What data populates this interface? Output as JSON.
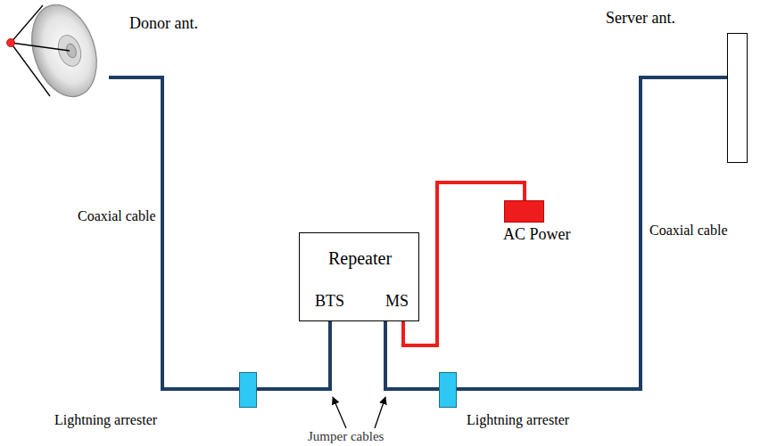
{
  "diagram": {
    "nodes": [
      {
        "text": [
          "Donor ant."
        ]
      },
      {
        "text": [
          "Server ant."
        ]
      },
      {
        "text": [
          "Repeater",
          "BTS",
          "MS"
        ]
      },
      {
        "text": [
          "AC Power"
        ]
      },
      {
        "text": [
          "Lightning arrester"
        ]
      },
      {
        "text": [
          "Lightning arrester"
        ]
      }
    ],
    "edges": [
      {
        "from": 0,
        "to": 4,
        "arrow": "none",
        "label": "Coaxial cable"
      },
      {
        "from": 4,
        "to": 2,
        "arrow": "none"
      },
      {
        "from": 2,
        "to": 5,
        "arrow": "none"
      },
      {
        "from": 5,
        "to": 1,
        "arrow": "none",
        "label": "Coaxial cable"
      },
      {
        "from": 2,
        "to": 3,
        "arrow": "none"
      }
    ],
    "labels": [
      "Jumper cables"
    ]
  }
}
